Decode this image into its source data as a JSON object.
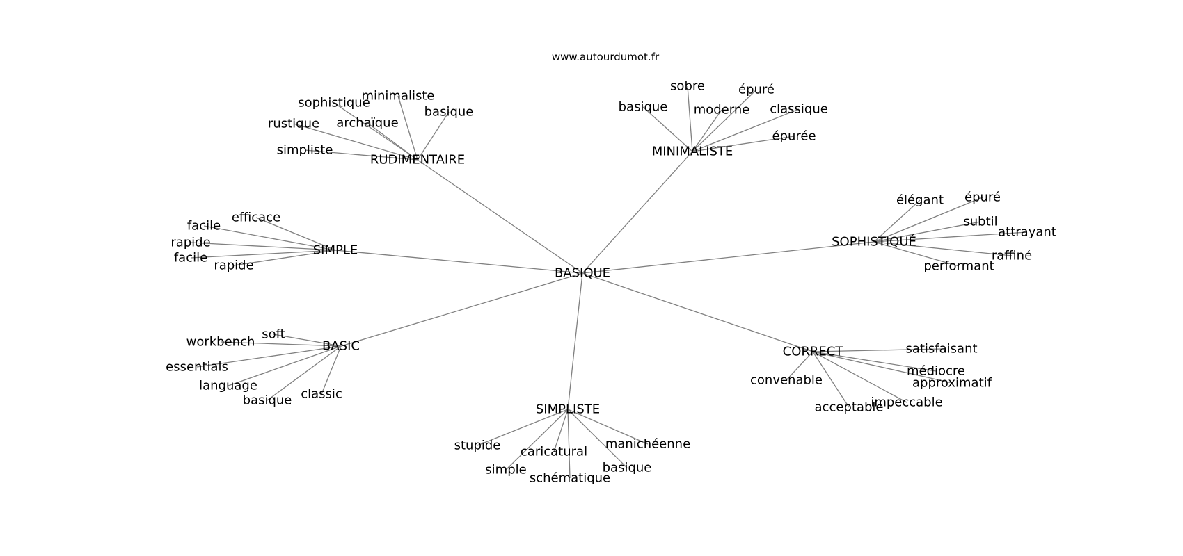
{
  "source": "www.autourdumot.fr",
  "graph": {
    "root": "BASIQUE",
    "groups": [
      {
        "label": "RUDIMENTAIRE",
        "words": [
          "minimaliste",
          "sophistique",
          "basique",
          "rustique",
          "archaïque",
          "simpliste"
        ]
      },
      {
        "label": "MINIMALISTE",
        "words": [
          "sobre",
          "épuré",
          "basique",
          "moderne",
          "classique",
          "épurée"
        ]
      },
      {
        "label": "SIMPLE",
        "words": [
          "efficace",
          "facile",
          "rapide",
          "facile",
          "rapide"
        ]
      },
      {
        "label": "SOPHISTIQUÉ",
        "words": [
          "élégant",
          "épuré",
          "subtil",
          "attrayant",
          "raffiné",
          "performant"
        ]
      },
      {
        "label": "BASIC",
        "words": [
          "soft",
          "workbench",
          "essentials",
          "language",
          "basique",
          "classic"
        ]
      },
      {
        "label": "CORRECT",
        "words": [
          "satisfaisant",
          "médiocre",
          "convenable",
          "approximatif",
          "impeccable",
          "acceptable"
        ]
      },
      {
        "label": "SIMPLISTE",
        "words": [
          "stupide",
          "caricatural",
          "manichéenne",
          "simple",
          "basique",
          "schématique"
        ]
      }
    ]
  }
}
